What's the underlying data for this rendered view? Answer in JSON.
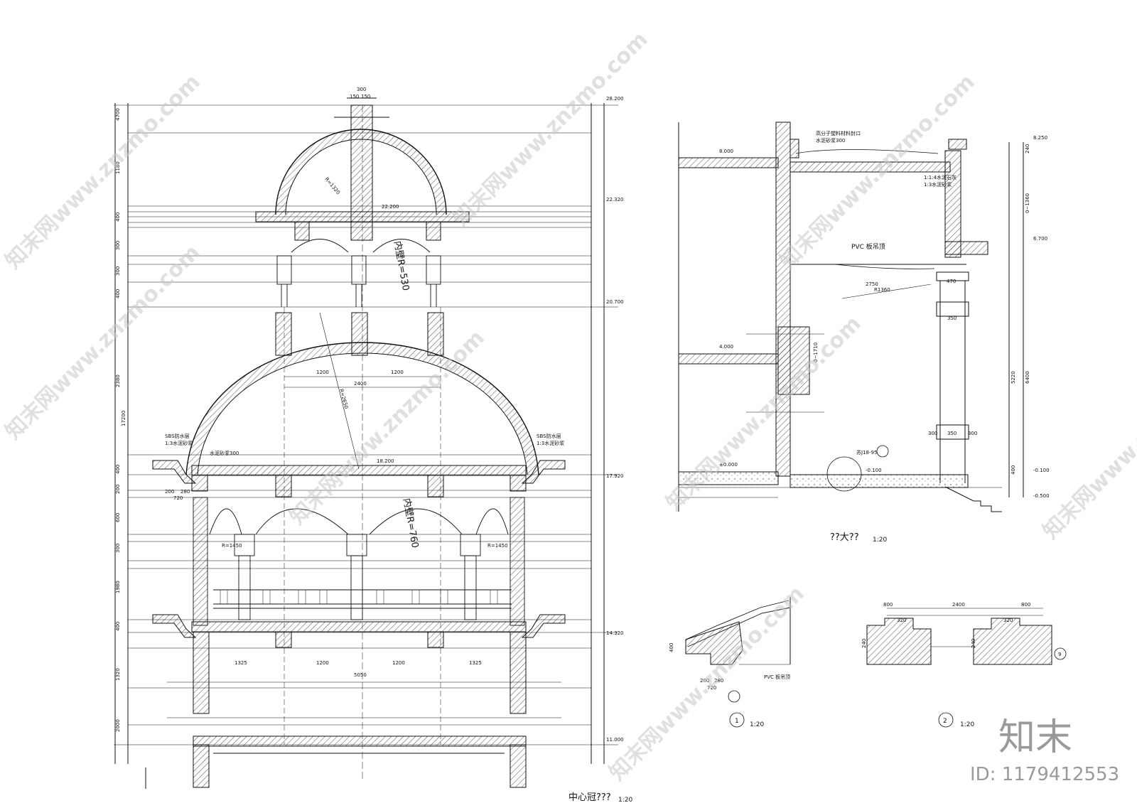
{
  "main_section": {
    "title": "中心冠???",
    "scale": "1:20",
    "elevations": [
      "28.200",
      "22.320",
      "22.200",
      "20.700",
      "18.200",
      "17.920",
      "14.320",
      "11.000"
    ],
    "dims_left": [
      "4700",
      "1180",
      "400",
      "300",
      "300",
      "400",
      "2380",
      "17200",
      "400",
      "200",
      "600",
      "300",
      "1980",
      "400",
      "1320",
      "2000"
    ],
    "dims_center": [
      "300",
      "150",
      "150",
      "1200",
      "1200",
      "2400",
      "1325",
      "1200",
      "1200",
      "1325",
      "5050",
      "200",
      "280",
      "720"
    ],
    "radius_labels": [
      "内壁R=530",
      "内壁R=760",
      "R=1320",
      "R=2650",
      "R=1450",
      "R=1450"
    ],
    "notes": [
      "SBS防水层",
      "1:3水泥砂浆",
      "水泥砂浆300",
      "SBS防水层",
      "1:3水泥砂浆"
    ]
  },
  "detail_large": {
    "title": "??大??",
    "scale": "1:20",
    "elevations": [
      "8.250",
      "8.000",
      "6.700",
      "4.000",
      "±0.000",
      "-0.100",
      "-0.100",
      "-0.500"
    ],
    "labels": [
      "PVC 板吊顶",
      "2750",
      "R1360",
      "470",
      "350",
      "350",
      "300",
      "300",
      "5220",
      "6400",
      "400",
      "240",
      "0~1360",
      "0~1710",
      "苏J18-95"
    ],
    "notes": [
      "高分子塑料材料封口",
      "水泥砂浆300",
      "1:1:4水泥石灰",
      "1:3水泥砂浆"
    ]
  },
  "detail_1": {
    "number": "1",
    "scale": "1:20",
    "label": "PVC 板吊顶",
    "dims": [
      "400",
      "200",
      "280",
      "720"
    ]
  },
  "detail_2": {
    "number": "2",
    "scale": "1:20",
    "dims": [
      "800",
      "2400",
      "800",
      "320",
      "320",
      "240",
      "240"
    ]
  },
  "detail_9": {
    "number": "9"
  },
  "watermark": {
    "site": "知末网www.znzmo.com",
    "brand": "知末",
    "id_text": "ID: 1179412553"
  }
}
